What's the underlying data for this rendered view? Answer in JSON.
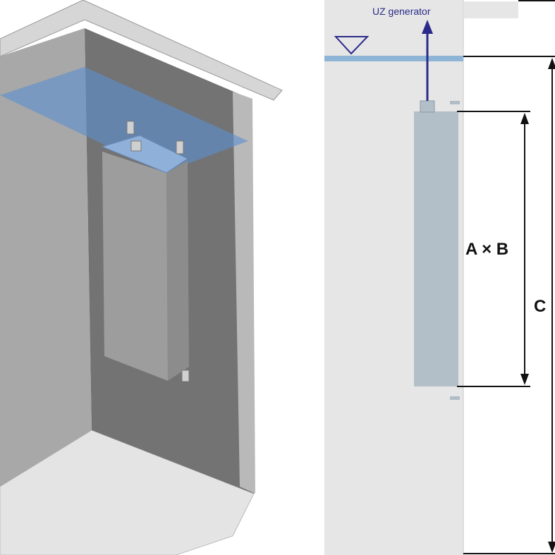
{
  "labels": {
    "generator": "UZ generator",
    "module_dimension": "A × B",
    "depth_dimension": "C"
  },
  "icons": [
    "water-level-triangle-icon",
    "arrow-up-icon"
  ],
  "colors": {
    "water": "#7fa8d0",
    "module": "#b2bfc8",
    "arrow": "#2a2a8a"
  }
}
